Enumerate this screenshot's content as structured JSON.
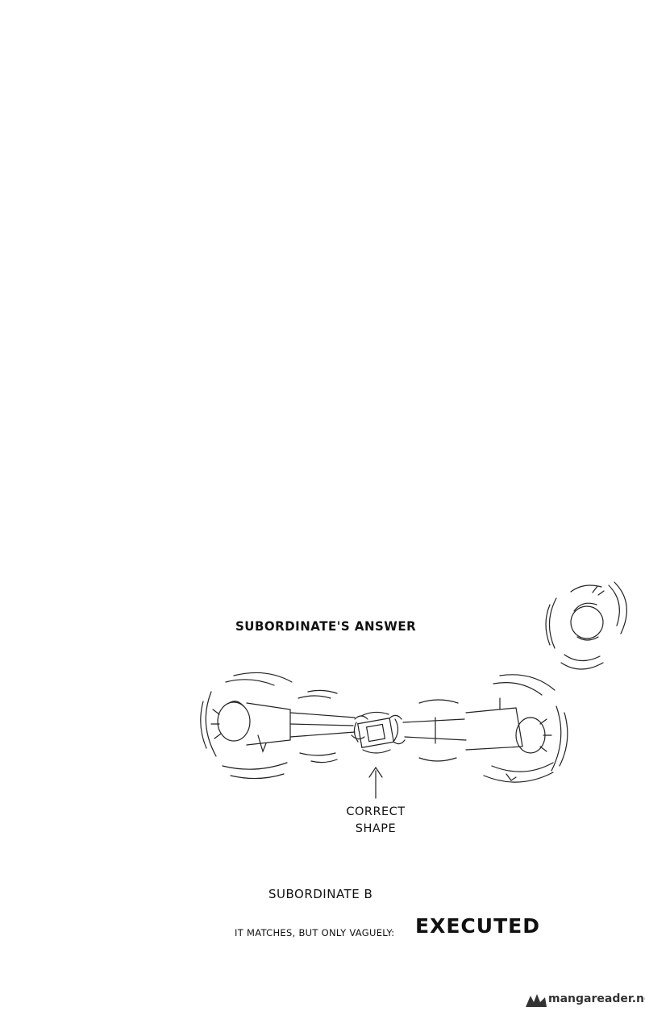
{
  "captions": {
    "subordinate_answer": "SUBORDINATE'S ANSWER",
    "correct_shape_line1": "CORRECT",
    "correct_shape_line2": "SHAPE",
    "subordinate_b": "SUBORDINATE B",
    "matches_vaguely": "IT MATCHES, BUT ONLY VAGUELY:",
    "executed": "EXECUTED"
  },
  "watermark": {
    "text": "mangareader.net",
    "icon": "manga-logo-icon"
  },
  "colors": {
    "ink": "#111111",
    "paper": "#ffffff",
    "watermark": "#333333"
  }
}
